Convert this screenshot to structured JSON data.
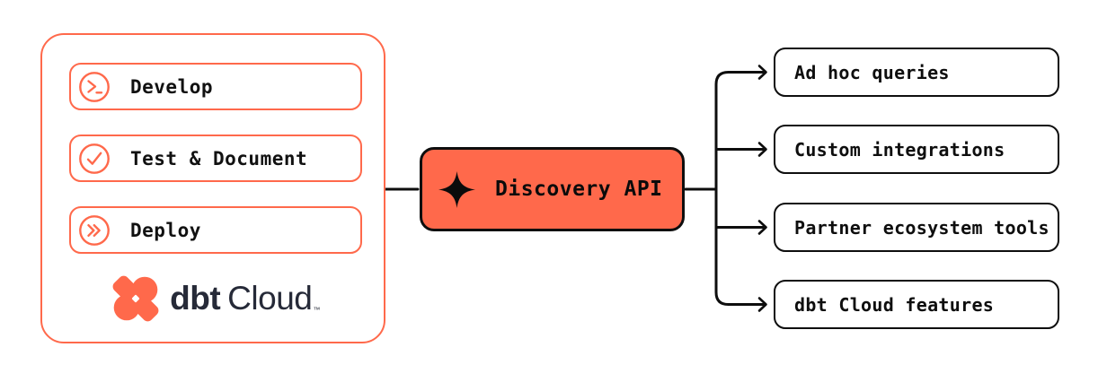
{
  "colors": {
    "accent_orange": "#FF694B",
    "line_black": "#0E0E0E",
    "logo_navy": "#262A38",
    "background": "#FFFFFF"
  },
  "dbt_cloud_panel": {
    "stages": [
      {
        "label": "Develop",
        "icon": "terminal-prompt-icon"
      },
      {
        "label": "Test & Document",
        "icon": "check-circle-icon"
      },
      {
        "label": "Deploy",
        "icon": "double-chevron-icon"
      }
    ],
    "logo": {
      "brand": "dbt",
      "product": "Cloud",
      "trademark": "™"
    }
  },
  "hub": {
    "label": "Discovery API",
    "icon": "sparkle-icon"
  },
  "consumers": [
    {
      "label": "Ad hoc queries"
    },
    {
      "label": "Custom integrations"
    },
    {
      "label": "Partner ecosystem tools"
    },
    {
      "label": "dbt Cloud features"
    }
  ]
}
